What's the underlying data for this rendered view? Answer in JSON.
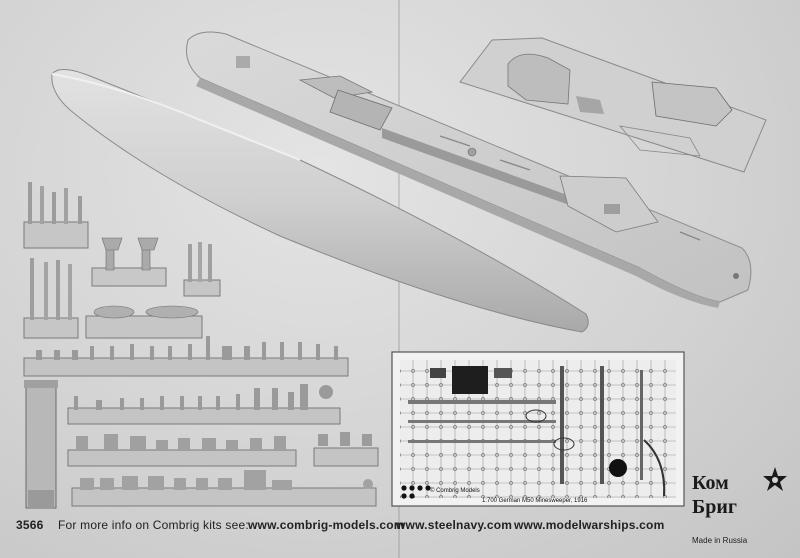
{
  "footer": {
    "code": "3566",
    "info_text": "For more info on Combrig kits see:",
    "url_combrig": "www.combrig-models.com",
    "url_steelnavy": "www.steelnavy.com",
    "url_modelwarships": "www.modelwarships.com"
  },
  "logo": {
    "line1": "Ком",
    "line2": "Бриг",
    "made_in": "Made in Russia"
  },
  "photo_etch": {
    "brand": "© Combrig Models",
    "title": "1:700 German M50 Minesweeper, 1916"
  },
  "colors": {
    "resin": "#cfcfcf",
    "background": "#d6d6d6",
    "fret": "#e8e8e8",
    "dark": "#1a1a1a"
  }
}
